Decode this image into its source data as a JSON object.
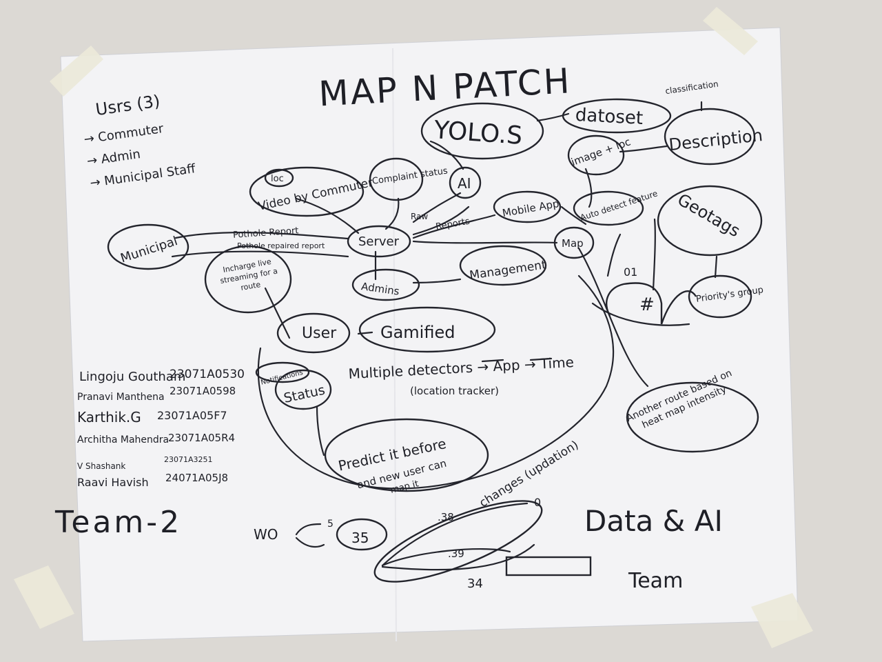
{
  "title": "MAP N PATCH",
  "users": {
    "heading": "Usrs (3)",
    "items": [
      "→ Commuter",
      "→ Admin",
      "→ Municipal Staff"
    ]
  },
  "nodes": {
    "yolo": "YOLO.S",
    "dataset": "datoset",
    "classification": "classification",
    "description": "Description",
    "image": "image + loc",
    "ai": "AI",
    "complaint": "Complaint status",
    "video": "Video by Commuter",
    "loc": "loc",
    "server": "Server",
    "municipal": "Municipal",
    "pothole_report": "Pothole Report",
    "pothole_repaired": "Pothole repaired report",
    "raw": "Raw",
    "reports": "Reports",
    "mobile_app": "Mobile App",
    "auto_detect": "Auto detect feature",
    "geotags": "Geotags",
    "map": "Map",
    "priority": "Priority's group",
    "incharge": "Incharge live streaming for a route",
    "admins": "Admins",
    "management": "Management",
    "user": "User",
    "gamified": "Gamified",
    "notifications": "Notifications",
    "status": "Status",
    "multiple_detectors": "Multiple detectors → App → Time",
    "location_tracker": "(location tracker)",
    "predict_line1": "Predict it before",
    "predict_line2": "and new user can",
    "predict_line3": "map it",
    "changes": "changes (updation)",
    "another_route": "Another route based on heat map intensity",
    "road_marks": "01",
    "hash": "#"
  },
  "team_members": [
    {
      "name": "Lingoju Goutham",
      "id": "23071A0530"
    },
    {
      "name": "Pranavi Manthena",
      "id": "23071A0598"
    },
    {
      "name": "Karthik.G",
      "id": "23071A05F7"
    },
    {
      "name": "Architha Mahendra",
      "id": "23071A05R4"
    },
    {
      "name": "V Shashank",
      "id": "23071A3251"
    },
    {
      "name": "Raavi Havish",
      "id": "24071A05J8"
    }
  ],
  "team_label": "Team-2",
  "footer": {
    "data_ai": "Data & AI",
    "team": "Team",
    "wo": "WO",
    "five": "5",
    "thirty_five": "35",
    "v38": ".38",
    "v39": ".39",
    "v34": "34",
    "zero": "0"
  },
  "colors": {
    "wall": "#d9d6d1",
    "paper": "#f4f4f6",
    "ink": "#1e1f26",
    "tape": "#e9e7d6"
  }
}
